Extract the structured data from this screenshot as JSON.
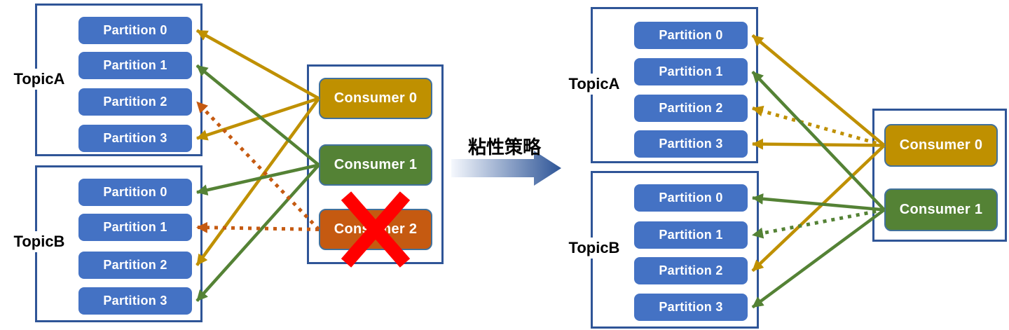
{
  "transition": {
    "label": "粘性策略"
  },
  "colors": {
    "partition_fill": "#4472C4",
    "group_border": "#2F5597",
    "consumer_gold": "#BF9000",
    "consumer_green": "#548235",
    "consumer_orange": "#C55A11",
    "removed_cross": "#FF0000",
    "transition_gradient_start": "#F5F8FD",
    "transition_gradient_end": "#2E5597"
  },
  "left": {
    "topics": [
      {
        "label": "TopicA",
        "partitions": [
          "Partition 0",
          "Partition 1",
          "Partition 2",
          "Partition 3"
        ]
      },
      {
        "label": "TopicB",
        "partitions": [
          "Partition 0",
          "Partition 1",
          "Partition 2",
          "Partition 3"
        ]
      }
    ],
    "consumers": [
      {
        "label": "Consumer 0",
        "color": "#BF9000"
      },
      {
        "label": "Consumer 1",
        "color": "#548235"
      },
      {
        "label": "Consumer 2",
        "color": "#C55A11",
        "removed": true
      }
    ],
    "connections": [
      {
        "from": 0,
        "topic": 0,
        "partition": 0,
        "style": "solid"
      },
      {
        "from": 0,
        "topic": 0,
        "partition": 3,
        "style": "solid"
      },
      {
        "from": 0,
        "topic": 1,
        "partition": 2,
        "style": "solid"
      },
      {
        "from": 1,
        "topic": 0,
        "partition": 1,
        "style": "solid"
      },
      {
        "from": 1,
        "topic": 1,
        "partition": 0,
        "style": "solid"
      },
      {
        "from": 1,
        "topic": 1,
        "partition": 3,
        "style": "solid"
      },
      {
        "from": 2,
        "topic": 0,
        "partition": 2,
        "style": "dashed"
      },
      {
        "from": 2,
        "topic": 1,
        "partition": 1,
        "style": "dashed"
      }
    ]
  },
  "right": {
    "topics": [
      {
        "label": "TopicA",
        "partitions": [
          "Partition 0",
          "Partition 1",
          "Partition 2",
          "Partition 3"
        ]
      },
      {
        "label": "TopicB",
        "partitions": [
          "Partition 0",
          "Partition 1",
          "Partition 2",
          "Partition 3"
        ]
      }
    ],
    "consumers": [
      {
        "label": "Consumer 0",
        "color": "#BF9000"
      },
      {
        "label": "Consumer 1",
        "color": "#548235"
      }
    ],
    "connections": [
      {
        "from": 0,
        "topic": 0,
        "partition": 0,
        "style": "solid"
      },
      {
        "from": 0,
        "topic": 0,
        "partition": 2,
        "style": "dashed"
      },
      {
        "from": 0,
        "topic": 0,
        "partition": 3,
        "style": "solid"
      },
      {
        "from": 0,
        "topic": 1,
        "partition": 2,
        "style": "solid"
      },
      {
        "from": 1,
        "topic": 0,
        "partition": 1,
        "style": "solid"
      },
      {
        "from": 1,
        "topic": 1,
        "partition": 0,
        "style": "solid"
      },
      {
        "from": 1,
        "topic": 1,
        "partition": 1,
        "style": "dashed"
      },
      {
        "from": 1,
        "topic": 1,
        "partition": 3,
        "style": "solid"
      }
    ]
  }
}
